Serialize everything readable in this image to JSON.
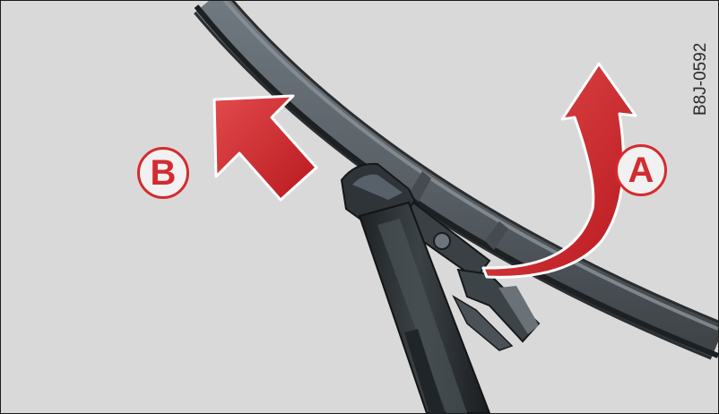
{
  "figure": {
    "callouts": [
      {
        "id": "A",
        "label": "A"
      },
      {
        "id": "B",
        "label": "B"
      }
    ],
    "image_code": "B8J-0592",
    "colors": {
      "background": "#d9d9d9",
      "arrow_red": "#d42b2f",
      "arm_dark": "#2b3033",
      "blade_gray": "#5f666b"
    }
  }
}
